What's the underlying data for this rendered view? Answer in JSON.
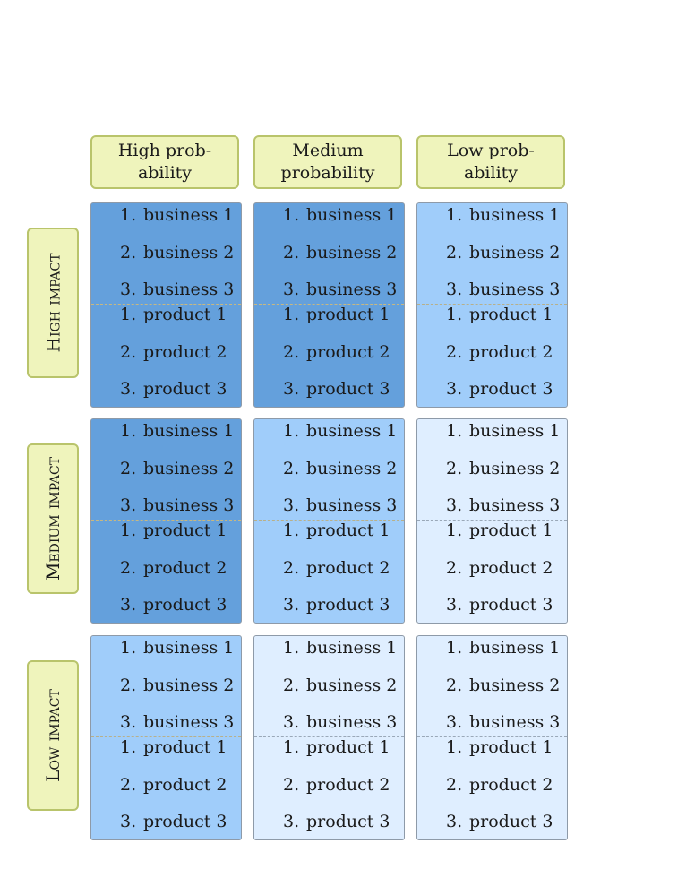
{
  "columns": [
    "High prob-\nability",
    "Medium\nprobability",
    "Low prob-\nability"
  ],
  "rows": [
    "High impact",
    "Medium impact",
    "Low impact"
  ],
  "levels": [
    [
      1,
      1,
      2
    ],
    [
      1,
      2,
      3
    ],
    [
      2,
      3,
      3
    ]
  ],
  "colors": {
    "1": "#64a0dc",
    "2": "#a0cdfa",
    "3": "#dfeeff",
    "header_fill": "#eff4bc",
    "header_border": "#b9c46b"
  },
  "business": [
    "business 1",
    "business 2",
    "business 3"
  ],
  "product": [
    "product 1",
    "product 2",
    "product 3"
  ],
  "numbers": [
    "1.",
    "2.",
    "3."
  ]
}
